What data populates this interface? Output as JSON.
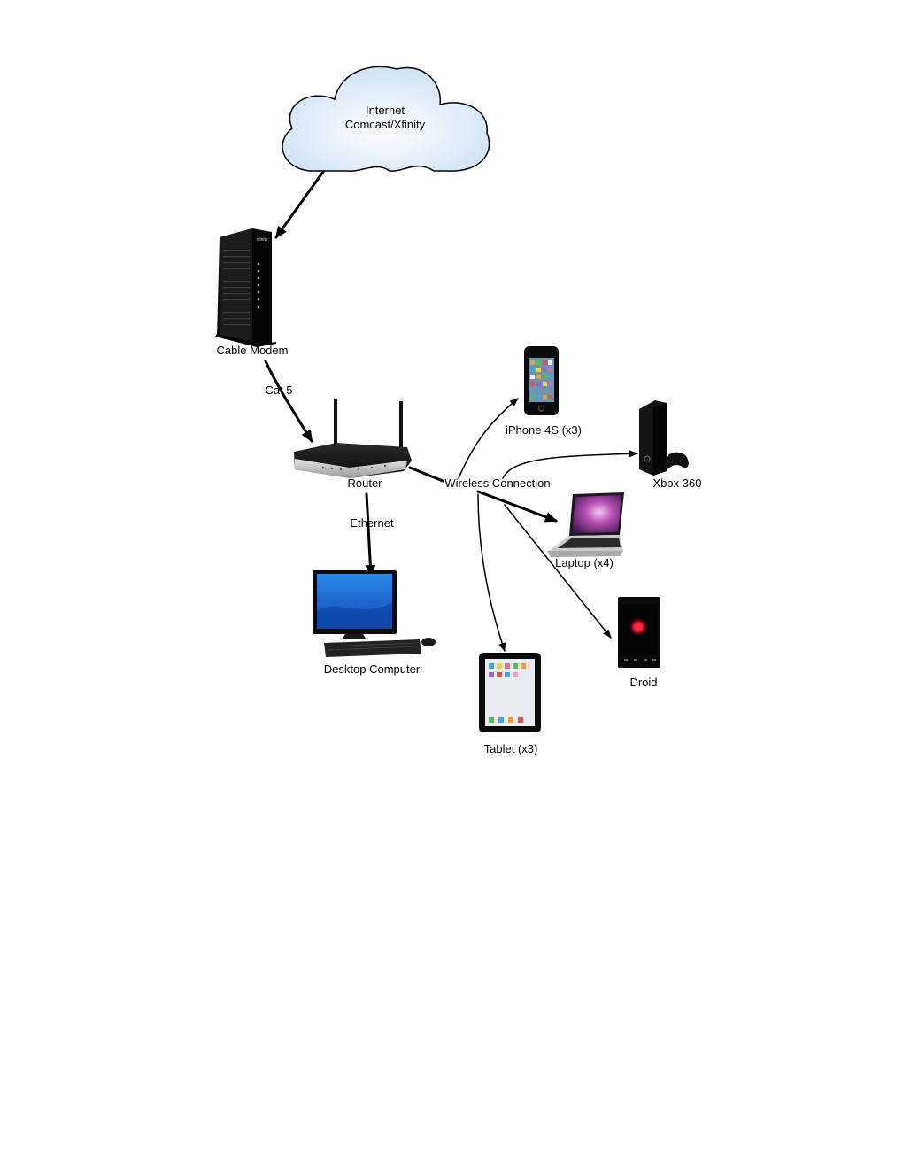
{
  "cloud": {
    "line1": "Internet",
    "line2": "Comcast/Xfinity"
  },
  "nodes": {
    "cable_modem": {
      "label": "Cable Modem",
      "brand": "xfinity"
    },
    "router": {
      "label": "Router"
    },
    "wireless": {
      "label": "Wireless Connection"
    },
    "iphone": {
      "label": "iPhone 4S (x3)"
    },
    "xbox": {
      "label": "Xbox 360"
    },
    "laptop": {
      "label": "Laptop (x4)"
    },
    "droid": {
      "label": "Droid"
    },
    "tablet": {
      "label": "Tablet (x3)"
    },
    "desktop": {
      "label": "Desktop Computer"
    }
  },
  "edges": {
    "modem_router": {
      "label": "Cat 5"
    },
    "router_desktop": {
      "label": "Ethernet"
    }
  },
  "colors": {
    "cloud_fill": "#dbe9f7",
    "screen_blue": "#1f6fd1",
    "laptop_screen": "#b44fb0",
    "droid_light": "#e0102a",
    "device_black": "#111111"
  }
}
